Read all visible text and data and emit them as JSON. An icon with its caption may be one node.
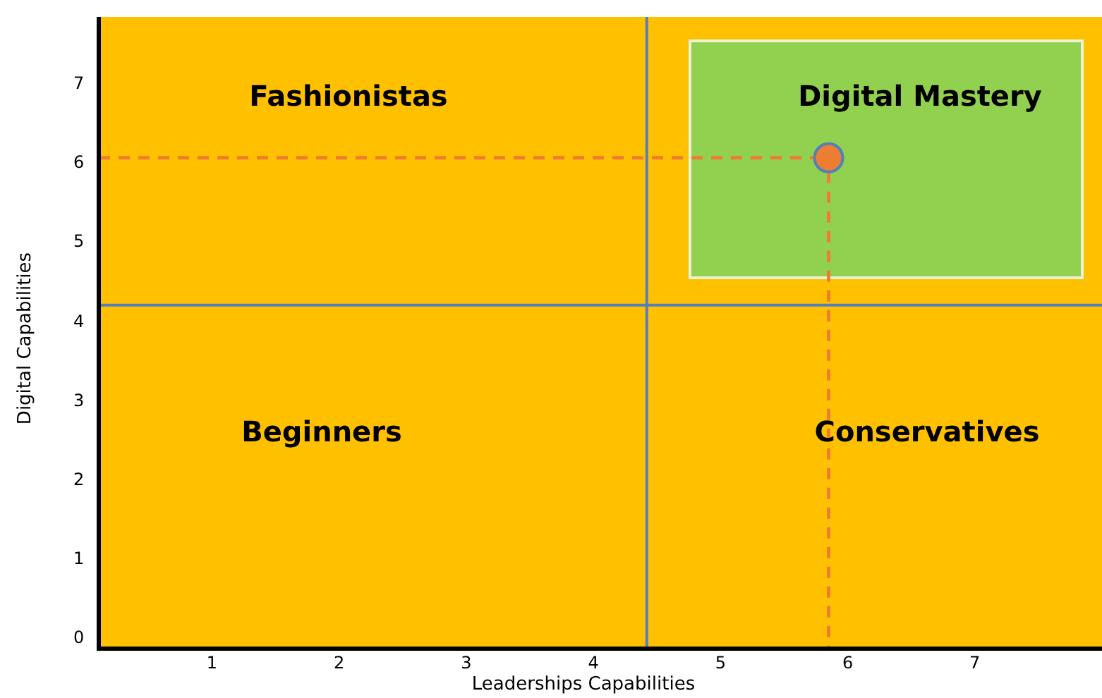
{
  "diagram": {
    "nodes": [
      {
        "text": [
          "Digital Mastery"
        ]
      }
    ],
    "labels": [
      "Fashionistas",
      "Beginners",
      "Conservatives"
    ],
    "chart_data": {
      "type": "scatter",
      "xlabel": "Leaderships Capabilities",
      "ylabel": "Digital Capabilities",
      "xlim": [
        0.11,
        8.0
      ],
      "ylim": [
        -0.14,
        7.84
      ],
      "xticks": [
        1,
        2,
        3,
        4,
        5,
        6,
        7
      ],
      "yticks": [
        0,
        1,
        2,
        3,
        4,
        5,
        6,
        7
      ],
      "x": [
        5.85
      ],
      "ref_lines": [
        {
          "axis": "x",
          "value": 4.42,
          "color": "#4f81bd"
        },
        {
          "axis": "y",
          "value": 4.2,
          "color": "#4f81bd"
        },
        {
          "axis": "y",
          "value": 6.06,
          "color": "#ed7d31"
        },
        {
          "axis": "x",
          "value": 5.85,
          "color": "#ed7d31"
        }
      ],
      "series": [
        {
          "color": "#ed7d31",
          "values": [
            6.06
          ]
        }
      ]
    }
  }
}
